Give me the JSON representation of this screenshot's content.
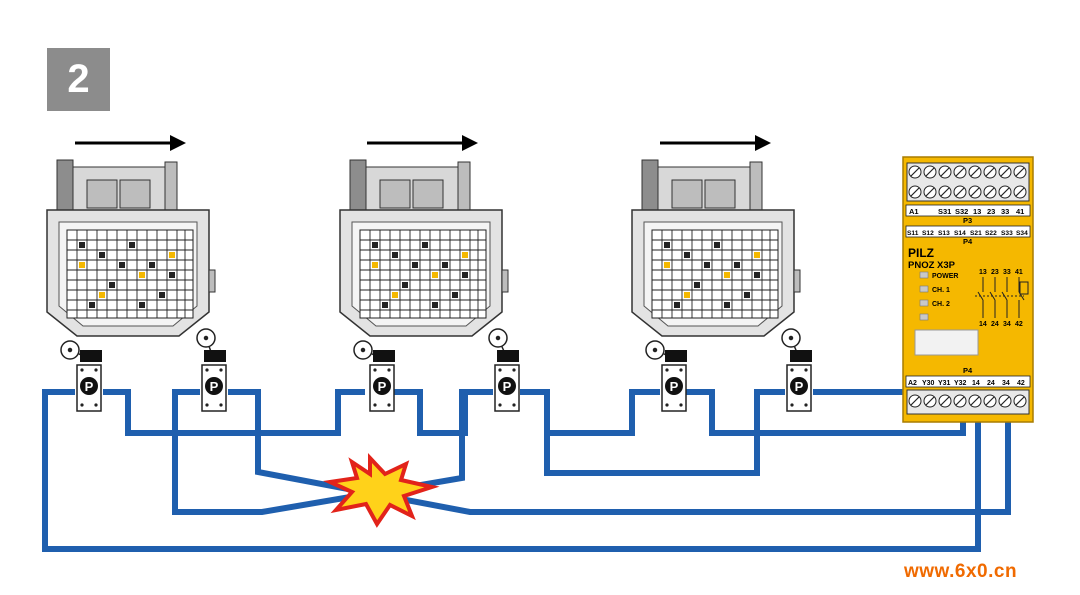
{
  "step_number": "2",
  "watermark": "www.6x0.cn",
  "relay": {
    "brand": "PILZ",
    "model": "PNOZ X3P",
    "top_terminals": [
      "A1",
      "S31",
      "S32",
      "13",
      "23",
      "33",
      "41"
    ],
    "top_label": "P3",
    "mid_terminals": [
      "S11",
      "S12",
      "S13",
      "S14",
      "S21",
      "S22",
      "S33",
      "S34"
    ],
    "mid_label": "P4",
    "leds": [
      "POWER",
      "CH. 1",
      "CH. 2"
    ],
    "contact_top": [
      "13",
      "23",
      "33",
      "41"
    ],
    "contact_bottom": [
      "14",
      "24",
      "34",
      "42"
    ],
    "bottom_label": "P4",
    "bottom_terminals": [
      "A2",
      "Y30",
      "Y31",
      "Y32",
      "14",
      "24",
      "34",
      "42"
    ]
  },
  "limit_switch_symbol": "P",
  "colors": {
    "wire": "#1f5fae",
    "relay_body": "#f5b800",
    "fault_fill": "#ffd21a",
    "fault_outline": "#e2231a",
    "badge": "#8c8c8c",
    "watermark": "#f06a00"
  },
  "icons": [
    "direction-arrow",
    "guard-door",
    "limit-switch",
    "short-circuit-fault-icon",
    "safety-relay"
  ]
}
